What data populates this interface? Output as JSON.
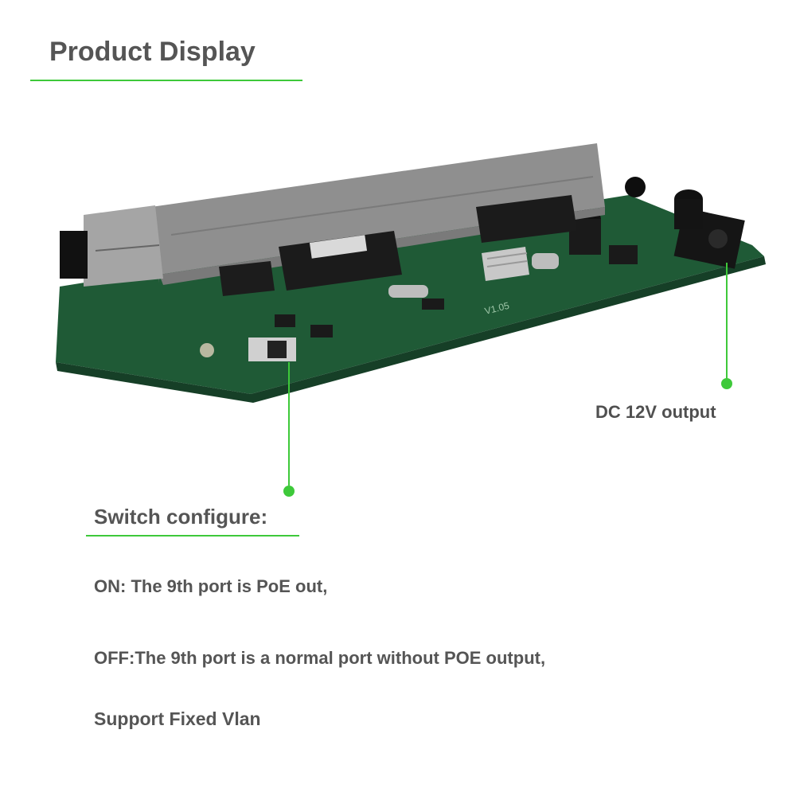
{
  "colors": {
    "accent_green": "#3ec93a",
    "text_gray": "#555555",
    "pcb_green": "#1f5a36",
    "metal": "#9a9a9a"
  },
  "header": {
    "title": "Product Display"
  },
  "callouts": {
    "dc": {
      "label": "DC 12V output"
    }
  },
  "switch_section": {
    "title": "Switch configure:",
    "lines": [
      "ON: The 9th port is  PoE out,",
      "OFF:The 9th port is  a normal port without POE output,",
      "Support Fixed Vlan"
    ]
  }
}
